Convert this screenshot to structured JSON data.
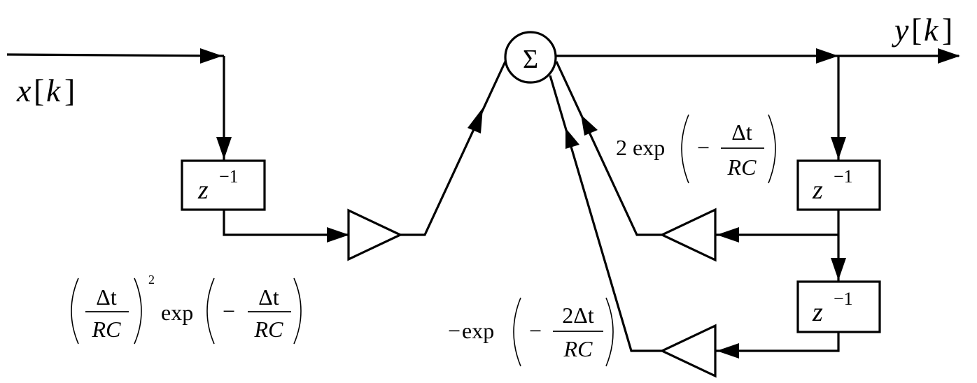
{
  "signals": {
    "input": {
      "name": "x",
      "index": "k"
    },
    "output": {
      "name": "y",
      "index": "k"
    }
  },
  "delays": [
    {
      "var": "z",
      "exp": "−1"
    },
    {
      "var": "z",
      "exp": "−1"
    },
    {
      "var": "z",
      "exp": "−1"
    }
  ],
  "summer": {
    "symbol": "Σ"
  },
  "gains": {
    "forward": {
      "num": "Δt",
      "den": "RC",
      "power": "2",
      "func": "exp",
      "minus": "−",
      "num2": "Δt",
      "den2": "RC"
    },
    "feedback1": {
      "coef": "2",
      "func": "exp",
      "minus": "−",
      "num": "Δt",
      "den": "RC"
    },
    "feedback2": {
      "lead": "−",
      "func": "exp",
      "minus": "−",
      "num": "2Δt",
      "den": "RC"
    }
  }
}
